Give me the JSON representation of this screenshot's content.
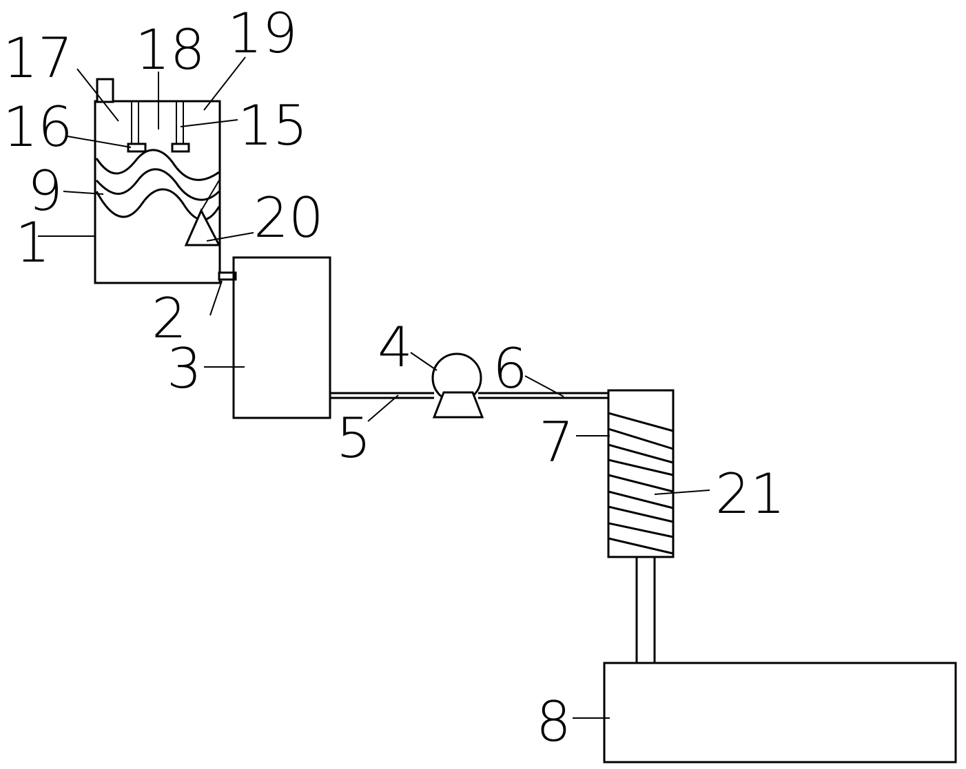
{
  "labels": {
    "l1": "1",
    "l2": "2",
    "l3": "3",
    "l4": "4",
    "l5": "5",
    "l6": "6",
    "l7": "7",
    "l8": "8",
    "l9": "9",
    "l15": "15",
    "l16": "16",
    "l17": "17",
    "l18": "18",
    "l19": "19",
    "l20": "20",
    "l21": "21"
  }
}
